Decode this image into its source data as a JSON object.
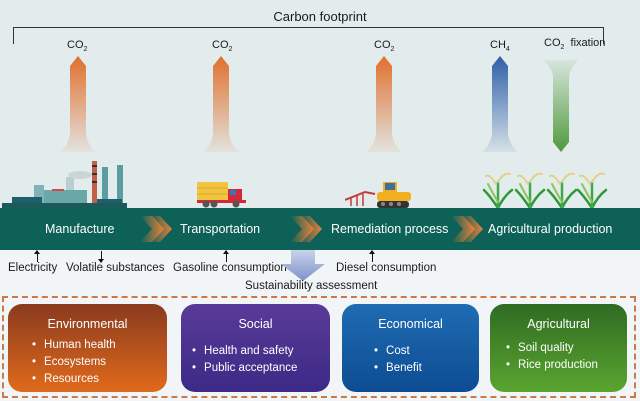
{
  "title": "Carbon footprint",
  "emissions": [
    {
      "gas": "CO",
      "sub": "2",
      "suffix": "",
      "direction": "up",
      "color": "#e27a3a"
    },
    {
      "gas": "CO",
      "sub": "2",
      "suffix": "",
      "direction": "up",
      "color": "#e27a3a"
    },
    {
      "gas": "CO",
      "sub": "2",
      "suffix": "",
      "direction": "up",
      "color": "#e27a3a"
    },
    {
      "gas": "CH",
      "sub": "4",
      "suffix": "",
      "direction": "up",
      "color": "#3a6cb8"
    },
    {
      "gas": "CO",
      "sub": "2",
      "suffix": "fixation",
      "direction": "down",
      "color": "#4f9a3a"
    }
  ],
  "stages": [
    "Manufacture",
    "Transportation",
    "Remediation process",
    "Agricultural production"
  ],
  "inputs": {
    "electricity": "Electricity",
    "volatile": "Volatile substances",
    "gasoline": "Gasoline consumption",
    "diesel": "Diesel consumption"
  },
  "assessment_label": "Sustainability assessment",
  "categories": [
    {
      "title": "Environmental",
      "items": [
        "Human health",
        "Ecosystems",
        "Resources"
      ]
    },
    {
      "title": "Social",
      "items": [
        "Health and safety",
        "Public acceptance"
      ]
    },
    {
      "title": "Economical",
      "items": [
        "Cost",
        "Benefit"
      ]
    },
    {
      "title": "Agricultural",
      "items": [
        "Soil quality",
        "Rice production"
      ]
    }
  ],
  "colors": {
    "band": "#0d6157",
    "dashed_border": "#cc7a45",
    "chevron": "#e8803a"
  }
}
